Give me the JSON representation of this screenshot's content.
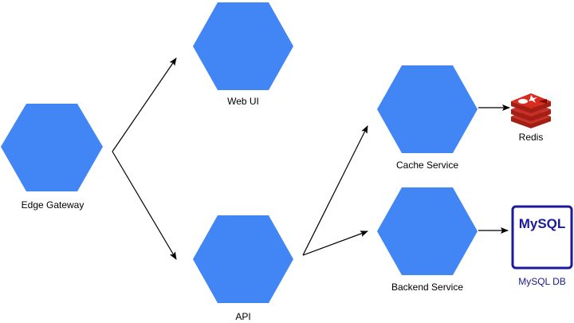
{
  "colors": {
    "hexagon": "#4285F4",
    "edge": "#000000",
    "redis": "#C6302B",
    "redis_dark": "#A41E11",
    "mysql": "#1A1A9C"
  },
  "nodes": {
    "edge_gateway": {
      "label": "Edge Gateway",
      "icon": "hexagon-icon"
    },
    "web_ui": {
      "label": "Web UI",
      "icon": "hexagon-icon"
    },
    "api": {
      "label": "API",
      "icon": "hexagon-icon"
    },
    "cache_service": {
      "label": "Cache Service",
      "icon": "hexagon-icon"
    },
    "backend_service": {
      "label": "Backend Service",
      "icon": "hexagon-icon"
    },
    "redis": {
      "label": "Redis",
      "icon": "redis-icon"
    },
    "mysql_db": {
      "label": "MySQL DB",
      "icon": "mysql-icon",
      "icon_text": "MySQL"
    }
  }
}
